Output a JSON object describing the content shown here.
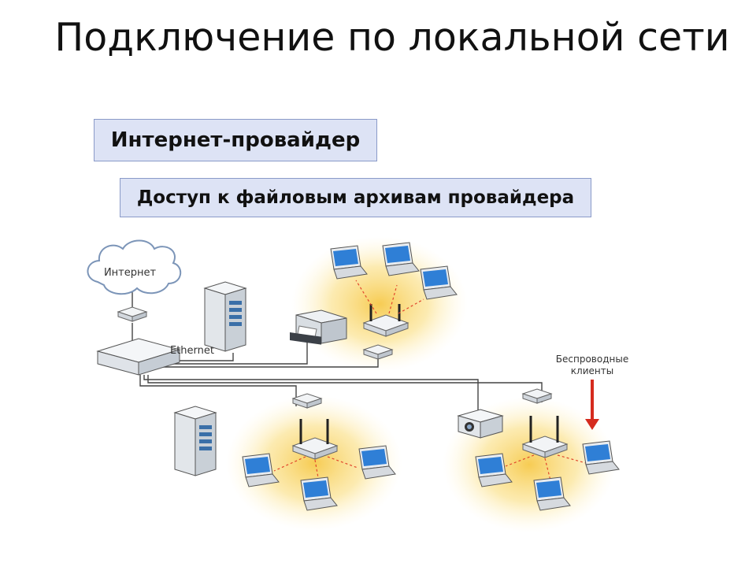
{
  "slide": {
    "title": "Подключение по локальной сети",
    "labels": [
      "Интернет-провайдер",
      "Доступ к файловым архивам провайдера"
    ]
  },
  "diagram": {
    "cloud_label": "Интернет",
    "ethernet_label": "Ethernet",
    "wireless_label_line1": "Беспроводные",
    "wireless_label_line2": "клиенты"
  },
  "colors": {
    "label_fill": "#dde3f5",
    "label_border": "#8a9ac8",
    "zone_glow": "#f6c94a",
    "arrow": "#d52b1e",
    "screen": "#2f7fd6"
  }
}
